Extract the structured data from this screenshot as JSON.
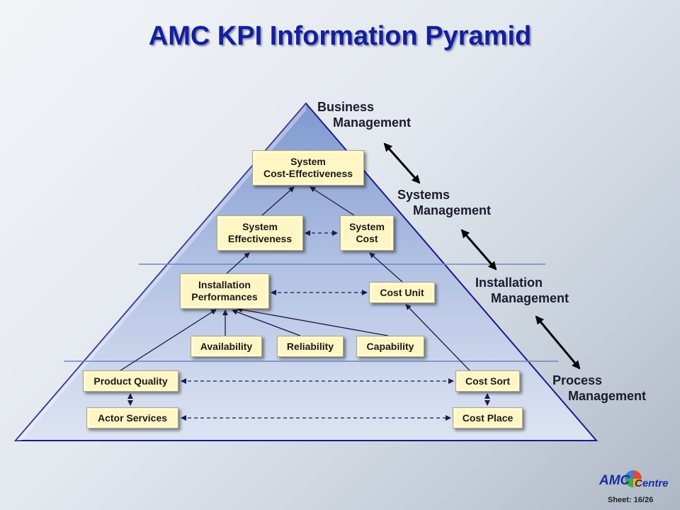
{
  "title": "AMC KPI Information Pyramid",
  "levels": {
    "business": [
      "Business",
      "Management"
    ],
    "systems": [
      "Systems",
      "Management"
    ],
    "installation": [
      "Installation",
      "Management"
    ],
    "process": [
      "Process",
      "Management"
    ]
  },
  "boxes": {
    "system_cost_effectiveness": [
      "System",
      "Cost-Effectiveness"
    ],
    "system_effectiveness": [
      "System",
      "Effectiveness"
    ],
    "system_cost": [
      "System",
      "Cost"
    ],
    "installation_performances": [
      "Installation",
      "Performances"
    ],
    "cost_unit": "Cost Unit",
    "availability": "Availability",
    "reliability": "Reliability",
    "capability": "Capability",
    "product_quality": "Product Quality",
    "cost_sort": "Cost Sort",
    "actor_services": "Actor Services",
    "cost_place": "Cost Place"
  },
  "footer": {
    "sheet": "Sheet: 16/26",
    "logo_amc": "AMC",
    "logo_centre": "Centre"
  },
  "colors": {
    "title": "#13209a",
    "pyramid_fill": "#b9c8e6",
    "pyramid_edge": "#1a1a8a",
    "box_fill": "#fff6c4"
  }
}
